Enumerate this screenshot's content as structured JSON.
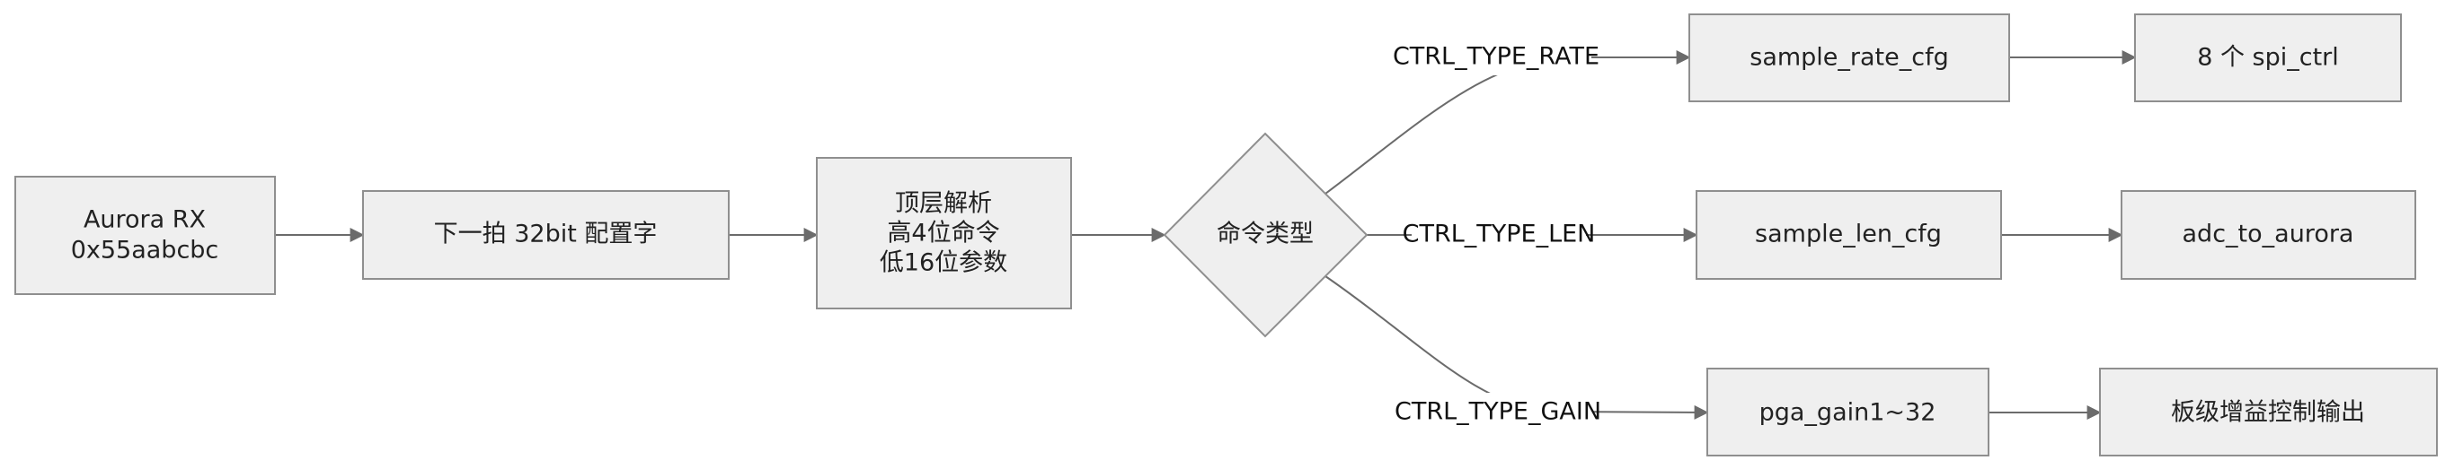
{
  "nodes": {
    "aurora_rx": {
      "line1": "Aurora RX",
      "line2": "0x55aabcbc"
    },
    "next_beat": {
      "label": "下一拍 32bit 配置字"
    },
    "top_parse": {
      "line1": "顶层解析",
      "line2": "高4位命令",
      "line3": "低16位参数"
    },
    "cmd_type": {
      "label": "命令类型"
    },
    "sample_rate_cfg": {
      "label": "sample_rate_cfg"
    },
    "spi_ctrl": {
      "label": "8 个 spi_ctrl"
    },
    "sample_len_cfg": {
      "label": "sample_len_cfg"
    },
    "adc_to_aurora": {
      "label": "adc_to_aurora"
    },
    "pga_gain": {
      "label": "pga_gain1~32"
    },
    "board_gain": {
      "label": "板级增益控制输出"
    }
  },
  "edges": {
    "rate": {
      "label": "CTRL_TYPE_RATE"
    },
    "len": {
      "label": "CTRL_TYPE_LEN"
    },
    "gain": {
      "label": "CTRL_TYPE_GAIN"
    }
  },
  "colors": {
    "node_fill": "#efefef",
    "node_stroke": "#8f8f8f",
    "edge": "#6b6b6b",
    "text": "#222222"
  }
}
